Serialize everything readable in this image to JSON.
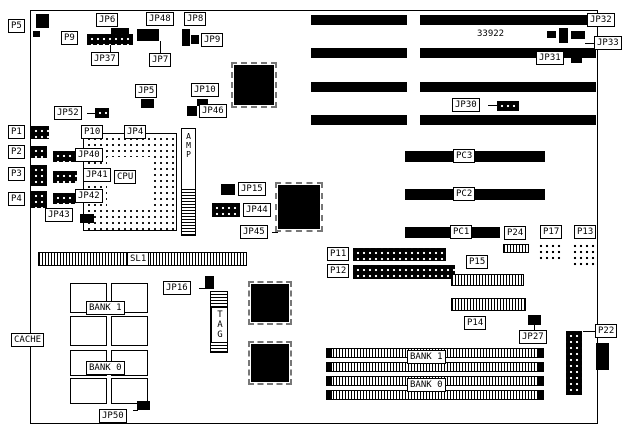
{
  "board": {
    "part_number": "33922"
  },
  "labels": {
    "p5": "P5",
    "jp6": "JP6",
    "jp48": "JP48",
    "jp8": "JP8",
    "p9": "P9",
    "jp9": "JP9",
    "jp37": "JP37",
    "jp7": "JP7",
    "jp5": "JP5",
    "jp10": "JP10",
    "jp52": "JP52",
    "jp46": "JP46",
    "p1": "P1",
    "p2": "P2",
    "p3": "P3",
    "p4": "P4",
    "p10": "P10",
    "jp4": "JP4",
    "jp40": "JP40",
    "jp41": "JP41",
    "cpu": "CPU",
    "jp42": "JP42",
    "jp43": "JP43",
    "amp": "AMP",
    "jp15": "JP15",
    "jp44": "JP44",
    "jp45": "JP45",
    "pc3": "PC3",
    "pc2": "PC2",
    "pc1": "PC1",
    "jp30": "JP30",
    "jp31": "JP31",
    "jp32": "JP32",
    "jp33": "JP33",
    "p24": "P24",
    "p17": "P17",
    "p13": "P13",
    "p11": "P11",
    "p12": "P12",
    "p15": "P15",
    "p14": "P14",
    "sl1": "SL1",
    "jp16": "JP16",
    "cache": "CACHE",
    "tag": "TAG",
    "cache_bank1": "BANK 1",
    "cache_bank0": "BANK 0",
    "simm_bank1": "BANK 1",
    "simm_bank0": "BANK 0",
    "jp27": "JP27",
    "p22": "P22",
    "jp50": "JP50"
  }
}
